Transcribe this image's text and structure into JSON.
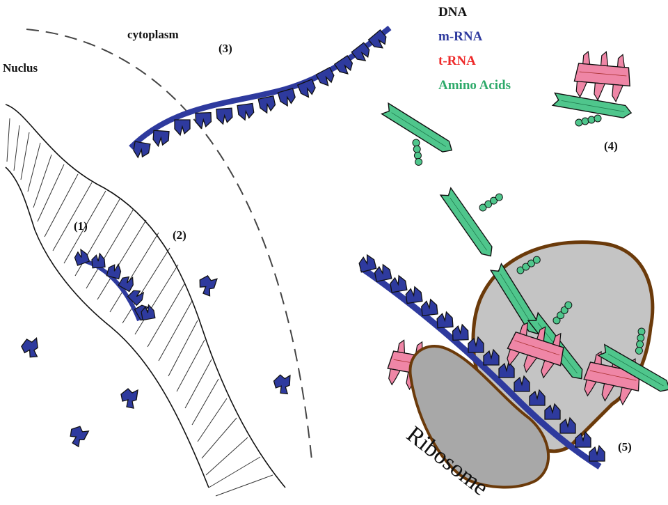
{
  "labels": {
    "nucleus": "Nuclus",
    "cytoplasm": "cytoplasm",
    "ribosome": "Ribosome"
  },
  "steps": {
    "s1": "(1)",
    "s2": "(2)",
    "s3": "(3)",
    "s4": "(4)",
    "s5": "(5)"
  },
  "legend": {
    "dna": "DNA",
    "mrna": "m-RNA",
    "trna": "t-RNA",
    "amino": "Amino Acids"
  },
  "colors": {
    "dna": "#111111",
    "mrna": "#2e3a9e",
    "trna": "#ee2a2a",
    "amino": "#2eaa6a",
    "trna_fill": "#ef86a6",
    "amino_fill": "#4fc68c",
    "ribosome_fill": "#c4c4c4",
    "ribosome_outline": "#6b3a0a"
  }
}
